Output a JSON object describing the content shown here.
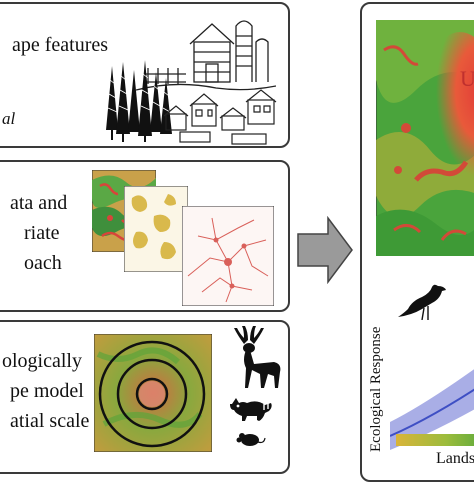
{
  "left_panels": {
    "top": {
      "title": "ape features",
      "italic_fragment": "al"
    },
    "middle": {
      "line1": "ata and",
      "line2": "riate",
      "line3": "oach"
    },
    "bottom": {
      "line1": "ologically",
      "line2": "pe model",
      "line3": "atial scale"
    }
  },
  "right_panel": {
    "map_letter": "U",
    "y_axis_label": "Ecological Response",
    "x_axis_label": "Lands"
  },
  "colors": {
    "border": "#3a3a3a",
    "arrow": "#9a9a9a",
    "map_green": "#4aa43c",
    "map_red": "#e0433a",
    "band": "#a9aee6",
    "line": "#3e4fc4"
  },
  "icons": [
    "forest-icon",
    "farm-barn-icon",
    "town-buildings-icon",
    "bird-icon",
    "deer-icon",
    "raccoon-icon",
    "mouse-icon",
    "right-arrow-icon"
  ]
}
